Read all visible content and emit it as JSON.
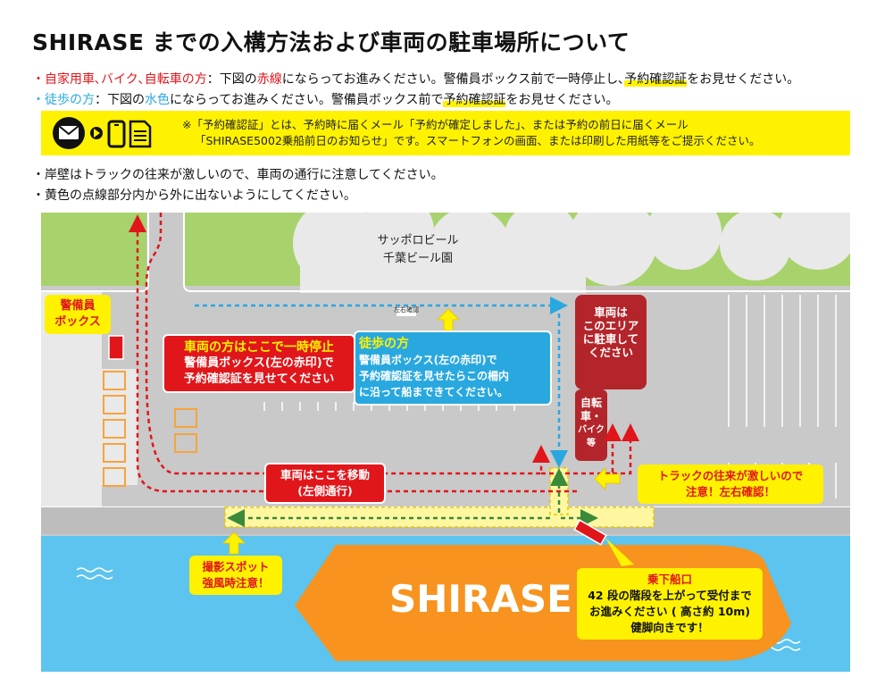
{
  "title": "SHIRASE までの入構方法および車両の駐車場所について",
  "lines": {
    "vehicle": {
      "bullet": "・",
      "label": "自家用車､バイク､自転車の方",
      "t1": "：下図の",
      "red_line": "赤線",
      "t2": "にならってお進みください。警備員ボックス前で一時停止し､",
      "confirm": "予約確認証",
      "t3": "をお見せください。"
    },
    "walker": {
      "bullet": "・",
      "label": "徒歩の方",
      "t1": "：下図の",
      "blue_word": "水色",
      "t2": "にならってお進みください。警備員ボックス前で",
      "confirm": "予約確認証",
      "t3": "をお見せください。"
    },
    "caution1": "・岸壁はトラックの往来が激しいので、車両の通行に注意してください。",
    "caution2": "・黄色の点線部分内から外に出ないようにしてください。"
  },
  "notice": {
    "icons": [
      "mail-icon",
      "arrow-right-icon",
      "smartphone-icon",
      "document-icon"
    ],
    "line1": "※「予約確認証」とは、予約時に届くメール「予約が確定しました」、または予約の前日に届くメール",
    "line2": "「SHIRASE5002乗船前日のお知らせ」です。スマートフォンの画面、または印刷した用紙等をご提示ください。"
  },
  "map": {
    "sapporo": [
      "サッポロビール",
      "千葉ビール園"
    ],
    "stop_text": "左右確認",
    "guard_box": [
      "警備員",
      "ボックス"
    ],
    "vehicle_stop": {
      "heading": "車両の方はここで一時停止",
      "body": [
        "警備員ボックス(左の赤印)で",
        "予約確認証を見せてください"
      ]
    },
    "walker_box": {
      "heading": "徒歩の方",
      "body": [
        "警備員ボックス(左の赤印)で",
        "予約確認証を見せたらこの柵内",
        "に沿って船まできてください。"
      ]
    },
    "park_car": [
      "車両は",
      "このエリア",
      "に駐車して",
      "ください"
    ],
    "park_bike": [
      "自転",
      "車・",
      "バイク等"
    ],
    "move_here": [
      "車両はここを移動",
      "(左側通行)"
    ],
    "truck": [
      "トラックの往来が激しいので",
      "注意！左右確認！"
    ],
    "photo": [
      "撮影スポット",
      "強風時注意！"
    ],
    "ship_name": "SHIRASE",
    "boarding": {
      "heading": "乗下船口",
      "body": [
        "42 段の階段を上がって受付まで",
        "お進みください ( 高さ約 10m)",
        "健脚向きです！"
      ]
    }
  },
  "colors": {
    "vehicle_route": "#e0161b",
    "walker_route": "#29a8e0",
    "highlight": "#fff200",
    "ship": "#f7931e",
    "sea": "#5cc4ee",
    "road": "#c9c9c9"
  }
}
